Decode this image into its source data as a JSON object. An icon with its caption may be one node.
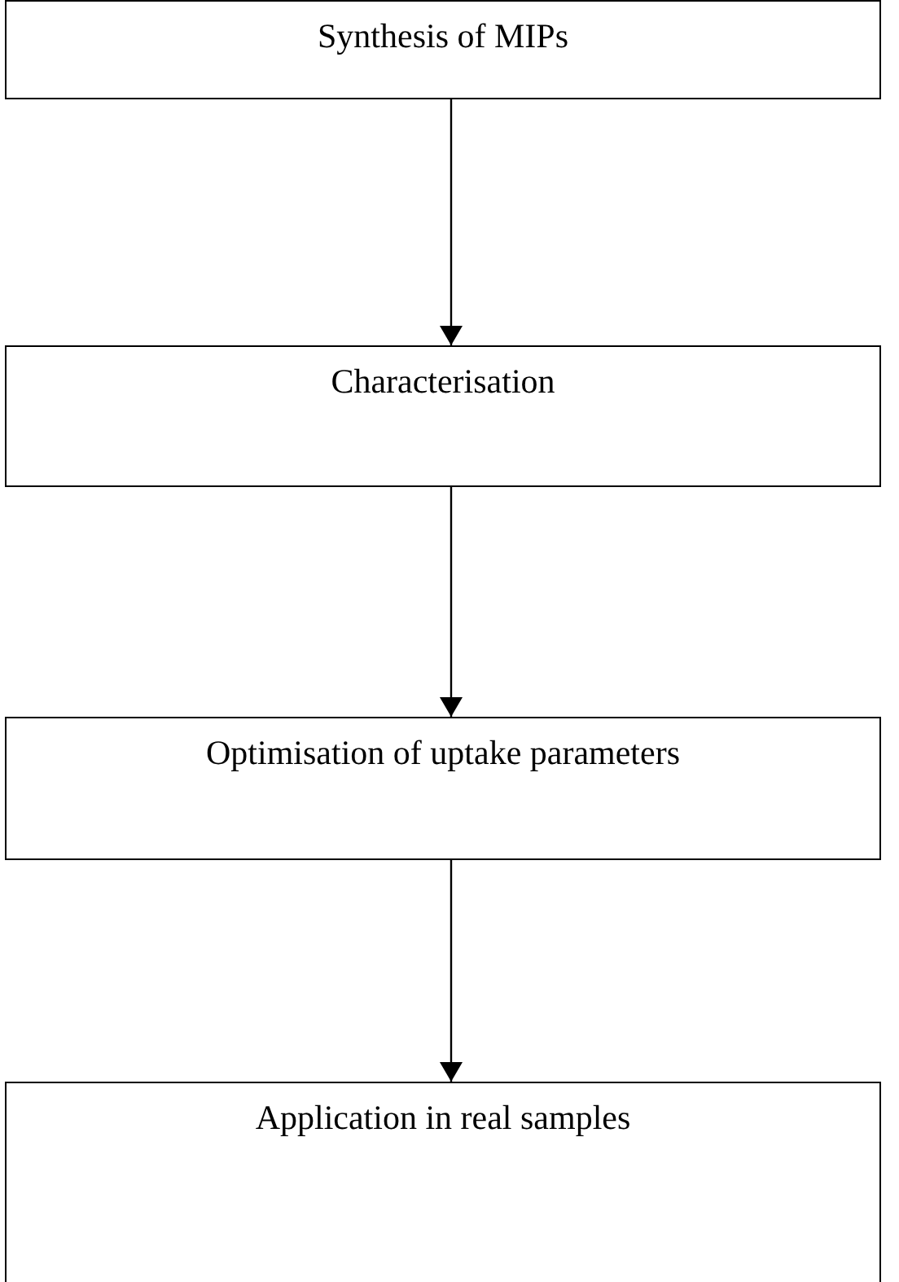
{
  "diagram": {
    "nodes": [
      {
        "text": [
          "Synthesis of MIPs"
        ]
      },
      {
        "text": [
          "Characterisation"
        ]
      },
      {
        "text": [
          "Optimisation of uptake parameters"
        ]
      },
      {
        "text": [
          "Application in real samples"
        ]
      }
    ],
    "edges": [
      {
        "from": 0,
        "to": 1,
        "arrow": "to"
      },
      {
        "from": 1,
        "to": 2,
        "arrow": "to"
      },
      {
        "from": 2,
        "to": 3,
        "arrow": "to"
      }
    ]
  }
}
